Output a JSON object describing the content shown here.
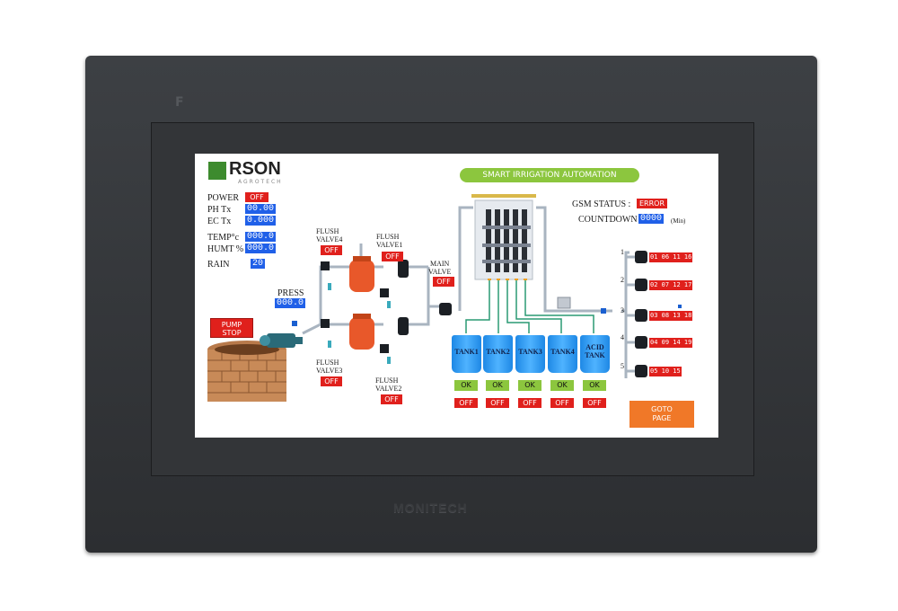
{
  "device": {
    "bezel_logo": "F",
    "bezel_brand": "MONITECH"
  },
  "brand": {
    "logo_text": "RSON",
    "logo_sub": "AGROTECH",
    "logo_color": "#3d8b2e"
  },
  "header": {
    "title": "SMART IRRIGATION AUTOMATION",
    "title_bg": "#8cc63e"
  },
  "gsm": {
    "label": "GSM STATUS :",
    "value": "ERROR"
  },
  "countdown": {
    "label": "COUNTDOWN :",
    "value": "0000",
    "unit": "(Min)"
  },
  "readings": [
    {
      "label": "POWER",
      "value": "OFF",
      "style": "red"
    },
    {
      "label": "PH  Tx",
      "value": "00.00",
      "style": "blue"
    },
    {
      "label": "EC  Tx",
      "value": "0.000",
      "style": "blue"
    },
    {
      "label": "TEMP°c",
      "value": "000.0",
      "style": "blue"
    },
    {
      "label": "HUMT %",
      "value": "000.0",
      "style": "blue"
    },
    {
      "label": "RAIN",
      "value": "20",
      "style": "blue"
    }
  ],
  "press": {
    "label": "PRESS",
    "value": "000.0"
  },
  "pump_button": {
    "label": "PUMP\nSTOP"
  },
  "flush_valves": [
    {
      "label": "FLUSH\nVALVE4",
      "status": "OFF"
    },
    {
      "label": "FLUSH\nVALVE1",
      "status": "OFF"
    },
    {
      "label": "FLUSH\nVALVE3",
      "status": "OFF"
    },
    {
      "label": "FLUSH\nVALVE2",
      "status": "OFF"
    }
  ],
  "main_valve": {
    "label": "MAIN\nVALVE",
    "status": "OFF"
  },
  "tanks": [
    {
      "label": "TANK1",
      "ok": "OK",
      "off": "OFF"
    },
    {
      "label": "TANK2",
      "ok": "OK",
      "off": "OFF"
    },
    {
      "label": "TANK3",
      "ok": "OK",
      "off": "OFF"
    },
    {
      "label": "TANK4",
      "ok": "OK",
      "off": "OFF"
    },
    {
      "label": "ACID\nTANK",
      "ok": "OK",
      "off": "OFF"
    }
  ],
  "outlets": [
    {
      "num": "1",
      "zones": [
        "01",
        "06",
        "11",
        "16"
      ]
    },
    {
      "num": "2",
      "zones": [
        "02",
        "07",
        "12",
        "17"
      ]
    },
    {
      "num": "3",
      "zones": [
        "03",
        "08",
        "13",
        "18"
      ]
    },
    {
      "num": "4",
      "zones": [
        "04",
        "09",
        "14",
        "19"
      ]
    },
    {
      "num": "5",
      "zones": [
        "05",
        "10",
        "15"
      ]
    }
  ],
  "goto": {
    "label": "GOTO\nPAGE",
    "color": "#f07828"
  }
}
